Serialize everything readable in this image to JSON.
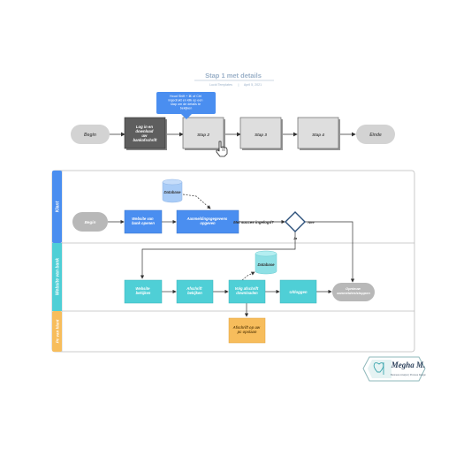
{
  "header": {
    "title": "Stap 1 met details",
    "subtitle_template": "Lucid Templates",
    "subtitle_date": "April 5, 2021"
  },
  "top_flow": {
    "start": "Begin",
    "step1": [
      "Log in en",
      "download",
      "uw",
      "bankafschrift"
    ],
    "step2": "Stap 2",
    "step3": "Stap 3",
    "step4": "Stap 4",
    "end": "Einde",
    "tooltip": [
      "Houd Shift + ⌘ of Ctrl",
      "ingedrukt en klik op een",
      "stap om de details te",
      "bekijken"
    ]
  },
  "lanes": [
    {
      "label": "Klant"
    },
    {
      "label": "Website van bank"
    },
    {
      "label": "Pc van klant"
    }
  ],
  "lane1": {
    "begin": "Begin",
    "website": [
      "Website van",
      "bank openen"
    ],
    "credentials": [
      "Aanmeldingsgegevens",
      "opgeven"
    ],
    "question": "Met succes ingelogd?",
    "yes": "Nee",
    "no": "Ja",
    "database": "Database"
  },
  "lane2": {
    "view_statements": [
      "Website",
      "bekijken"
    ],
    "select_statement": [
      "Afschrift",
      "bekijken"
    ],
    "download": [
      "Volg afschrift",
      "downloaden"
    ],
    "logout": "Uitloggen",
    "error": [
      "Opnieuw",
      "aanmelden/stoppen"
    ],
    "database": "Database"
  },
  "lane3": {
    "save": [
      "Afschrift op uw",
      "pc opslaan"
    ]
  },
  "logo": {
    "name": "Megha M.",
    "tagline": "Business Analyst | Process Design"
  },
  "colors": {
    "blue": "#4a8ef0",
    "teal": "#4fcfd6",
    "orange": "#f7bd5c",
    "gray": "#b8b8b8",
    "dark": "#333333"
  }
}
